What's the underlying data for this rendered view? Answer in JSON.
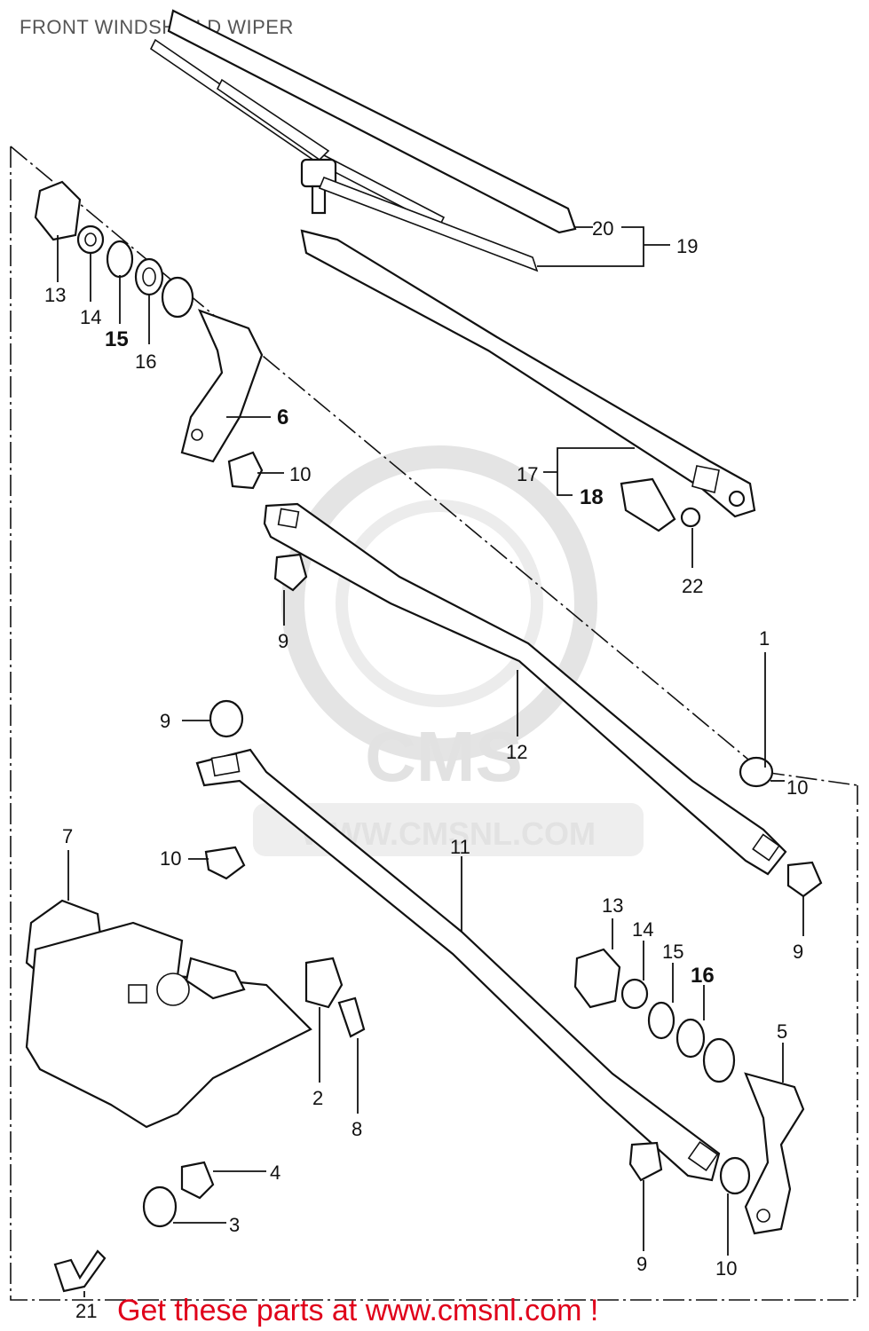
{
  "title": "FRONT WINDSHIELD WIPER",
  "watermark": {
    "logo": "CMS",
    "url": "WWW.CMSNL.COM"
  },
  "footer": "Get these parts at www.cmsnl.com !",
  "callouts": {
    "c1": "1",
    "c2": "2",
    "c3": "3",
    "c4": "4",
    "c5": "5",
    "c6": "6",
    "c7": "7",
    "c8": "8",
    "c9a": "9",
    "c9b": "9",
    "c9c": "9",
    "c9d": "9",
    "c10a": "10",
    "c10b": "10",
    "c10c": "10",
    "c10d": "10",
    "c11": "11",
    "c12": "12",
    "c13a": "13",
    "c13b": "13",
    "c14a": "14",
    "c14b": "14",
    "c15a": "15",
    "c15b": "15",
    "c16a": "16",
    "c16b": "16",
    "c17": "17",
    "c18": "18",
    "c19": "19",
    "c20": "20",
    "c21": "21",
    "c22": "22"
  },
  "colors": {
    "footer_text": "#e0001a",
    "line": "#111111",
    "watermark": "#e2e2e2"
  }
}
